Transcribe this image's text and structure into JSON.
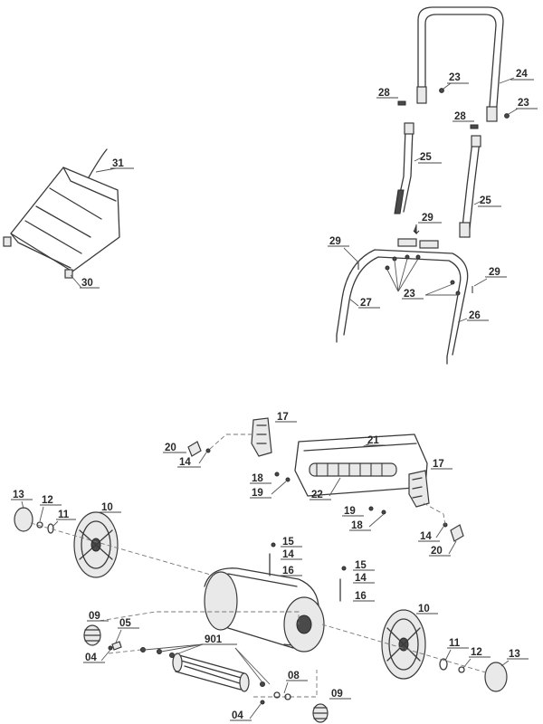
{
  "labels": {
    "p23": "23",
    "p24": "24",
    "p25": "25",
    "p26": "26",
    "p27": "27",
    "p28": "28",
    "p29": "29",
    "p30": "30",
    "p31": "31",
    "p21": "21",
    "p22": "22",
    "p17": "17",
    "p18": "18",
    "p19": "19",
    "p20": "20",
    "p14": "14",
    "p15": "15",
    "p16": "16",
    "p13": "13",
    "p12": "12",
    "p11": "11",
    "p10": "10",
    "p09": "09",
    "p08": "08",
    "p05": "05",
    "p04": "04",
    "p901": "901"
  }
}
